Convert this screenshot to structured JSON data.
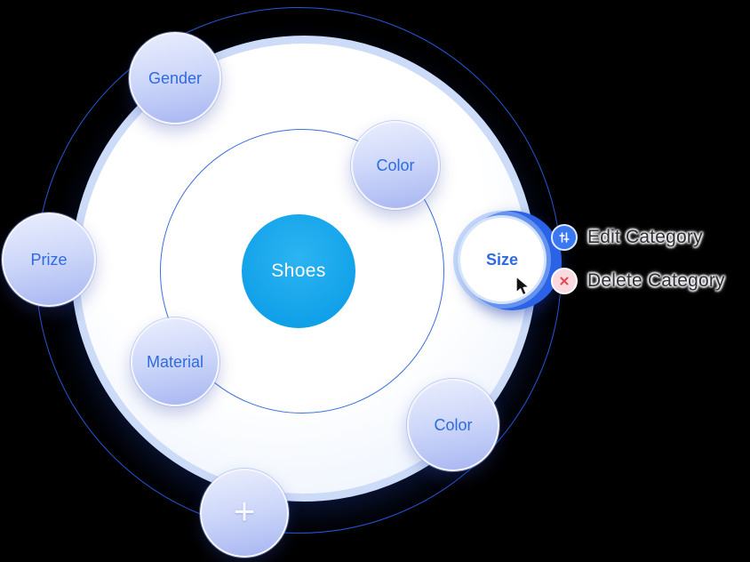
{
  "diagram": {
    "center_label": "Shoes",
    "nodes": {
      "gender": "Gender",
      "color_top": "Color",
      "prize": "Prize",
      "material": "Material",
      "color_bottom": "Color",
      "size": "Size"
    },
    "add_button": "+"
  },
  "menu": {
    "edit_label": "Edit Category",
    "delete_label": "Delete Category"
  },
  "colors": {
    "background": "#000000",
    "center_node_fill": "#10a0e8",
    "node_gradient_top": "#eaeefd",
    "node_gradient_bottom": "#a7b5f1",
    "node_text": "#2e6ae0",
    "orbit_ring_stroke": "#2458da",
    "selection_halo": "#2a63e6",
    "edit_icon_bg": "#3b77f0",
    "delete_icon_bg": "#fadade",
    "delete_x": "#e0484f",
    "menu_label_text": "#2e2e38"
  }
}
